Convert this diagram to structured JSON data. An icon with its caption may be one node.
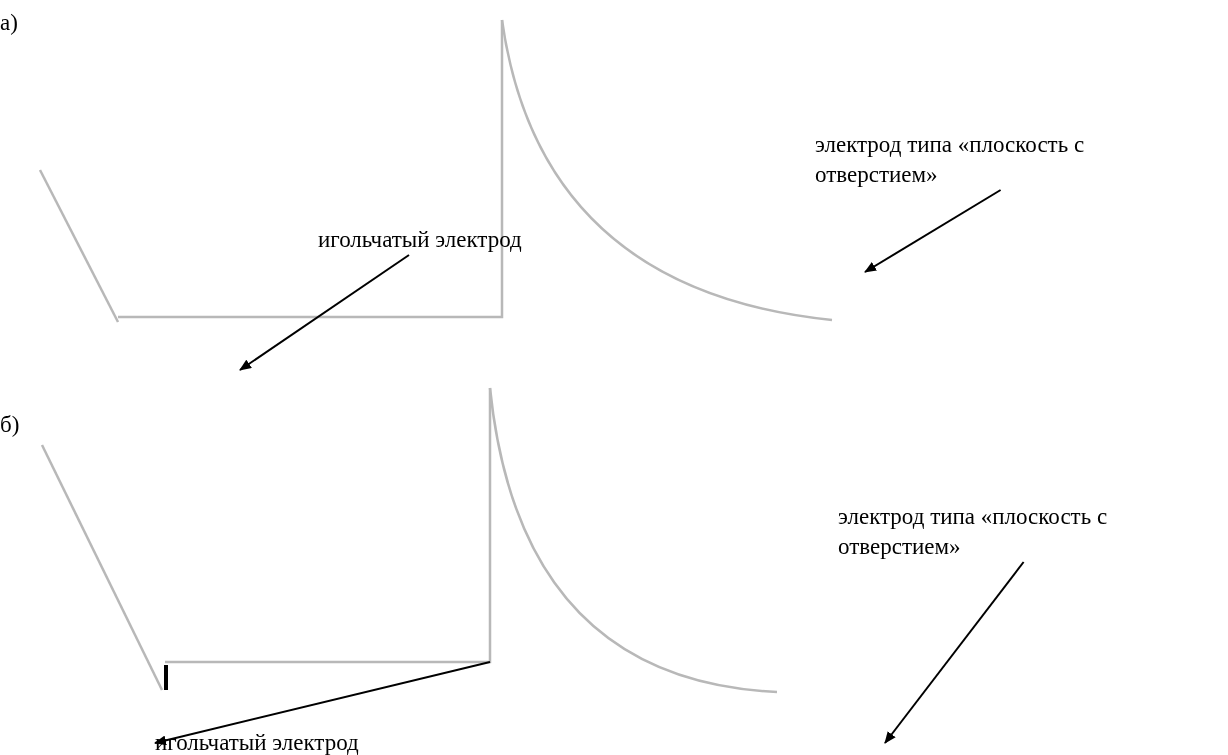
{
  "diagram": {
    "nodes": [
      {
        "text": [
          "электрод типа «плоскость с отверстием»"
        ]
      },
      {
        "text": [
          "игольчатый электрод"
        ]
      },
      {
        "text": [
          "электрод типа «плоскость с отверстием»"
        ]
      },
      {
        "text": [
          "игольчатый электрод"
        ]
      }
    ],
    "edges": [
      {
        "from": 0,
        "to": null,
        "arrow": "to"
      },
      {
        "from": 1,
        "to": null,
        "arrow": "to"
      },
      {
        "from": 2,
        "to": null,
        "arrow": "to"
      },
      {
        "from": null,
        "to": 3,
        "arrow": "to"
      }
    ],
    "labels": [
      "а)",
      "б)"
    ]
  }
}
